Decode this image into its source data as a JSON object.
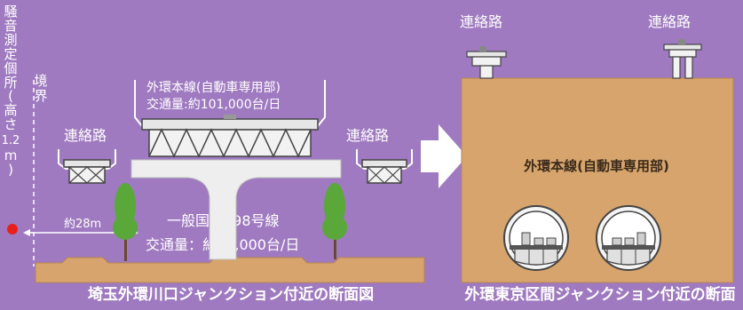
{
  "colors": {
    "background": "#9f7ac0",
    "ground": "#d6a46c",
    "ground_dark": "#b8864f",
    "structure": "#e9e9ea",
    "structure_dark": "#4a4a4a",
    "tree": "#5aa83a",
    "marker": "#e8201c",
    "arrow": "#ffffff"
  },
  "left_section": {
    "vertical_label": [
      "騒",
      "音",
      "測",
      "定",
      "個",
      "所",
      "(",
      "高",
      "さ",
      "1.2",
      "m",
      ")"
    ],
    "boundary_label": [
      "境",
      "界"
    ],
    "expressway_title": "外環本線(自動車専用部)",
    "expressway_traffic": "交通量:約101,000台/日",
    "left_ramp_label": "連絡路",
    "right_ramp_label": "連絡路",
    "distance_label": "約28m",
    "national_road_name": "一般国道298号線",
    "national_road_traffic": "交通量：約54,000台/日",
    "caption": "埼玉外環川口ジャンクション付近の断面図"
  },
  "right_section": {
    "left_ramp_label": "連絡路",
    "right_ramp_label": "連絡路",
    "underground_label": "外環本線(自動車専用部)",
    "caption": "外環東京区間ジャンクション付近の断面"
  }
}
